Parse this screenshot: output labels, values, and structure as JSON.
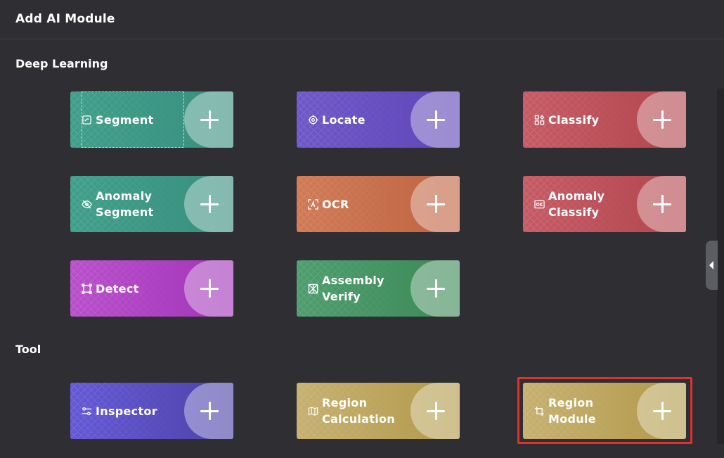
{
  "dialog": {
    "title": "Add AI Module"
  },
  "sections": {
    "deep_learning": "Deep Learning",
    "tool": "Tool"
  },
  "modules": {
    "segment": {
      "label": "Segment",
      "icon": "segment-icon",
      "color": "#3f9e8a"
    },
    "locate": {
      "label": "Locate",
      "icon": "target-icon",
      "color": "#6e57c7"
    },
    "classify": {
      "label": "Classify",
      "icon": "grid-shapes-icon",
      "color": "#c55a64"
    },
    "anomaly_segment": {
      "label": "Anomaly\nSegment",
      "icon": "eye-slash-icon",
      "color": "#3f9e8a"
    },
    "ocr": {
      "label": "OCR",
      "icon": "ocr-scan-icon",
      "color": "#d07a55"
    },
    "anomaly_classify": {
      "label": "Anomaly\nClassify",
      "icon": "ok-badge-icon",
      "color": "#c55a64"
    },
    "detect": {
      "label": "Detect",
      "icon": "bounding-box-icon",
      "color": "#b84fcb"
    },
    "assembly_verify": {
      "label": "Assembly\nVerify",
      "icon": "assembly-icon",
      "color": "#4e9d6e"
    },
    "inspector": {
      "label": "Inspector",
      "icon": "sliders-icon",
      "color": "#6458d6"
    },
    "region_calculation": {
      "label": "Region\nCalculation",
      "icon": "map-icon",
      "color": "#c6b070"
    },
    "region_module": {
      "label": "Region\nModule",
      "icon": "crop-icon",
      "color": "#c6b070"
    }
  }
}
